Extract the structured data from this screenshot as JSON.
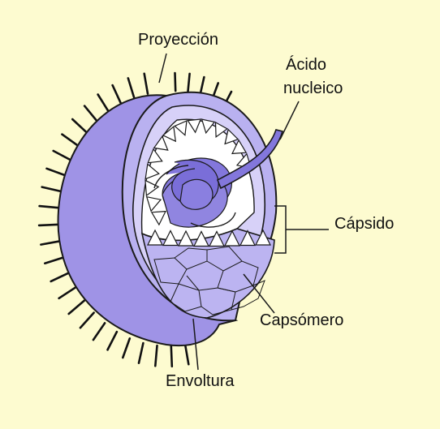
{
  "labels": {
    "proyeccion": "Proyección",
    "acido_line1": "Ácido",
    "acido_line2": "nucleico",
    "capsido": "Cápsido",
    "capsomero": "Capsómero",
    "envoltura": "Envoltura"
  },
  "colors": {
    "background": "#fdfbd0",
    "envelope": "#9f93e6",
    "envelope_dark": "#6f62c9",
    "capsid_rim": "#c4bdf3",
    "nucleic_acid": "#8377dc",
    "outline": "#1a1a1a",
    "teeth": "#ffffff"
  }
}
